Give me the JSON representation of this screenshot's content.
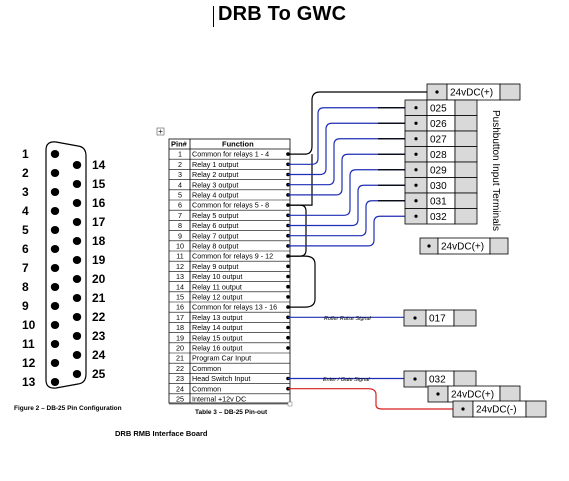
{
  "document": {
    "title": "DRB To GWC",
    "board_label": "DRB RMB Interface Board"
  },
  "connector": {
    "caption": "Figure 2 – DB-25 Pin Configuration",
    "left_pins": [
      "1",
      "2",
      "3",
      "4",
      "5",
      "6",
      "7",
      "8",
      "9",
      "10",
      "11",
      "12",
      "13"
    ],
    "right_pins": [
      "14",
      "15",
      "16",
      "17",
      "18",
      "19",
      "20",
      "21",
      "22",
      "23",
      "24",
      "25"
    ]
  },
  "pin_table": {
    "caption": "Table 3 – DB-25 Pin-out",
    "header": {
      "pin": "Pin#",
      "function": "Function"
    },
    "rows": [
      {
        "pin": "1",
        "function": "Common for relays 1 - 4"
      },
      {
        "pin": "2",
        "function": "Relay 1 output"
      },
      {
        "pin": "3",
        "function": "Relay 2 output"
      },
      {
        "pin": "4",
        "function": "Relay 3 output"
      },
      {
        "pin": "5",
        "function": "Relay 4 output"
      },
      {
        "pin": "6",
        "function": "Common for relays 5 - 8"
      },
      {
        "pin": "7",
        "function": "Relay 5 output"
      },
      {
        "pin": "8",
        "function": "Relay 6 output"
      },
      {
        "pin": "9",
        "function": "Relay 7 output"
      },
      {
        "pin": "10",
        "function": "Relay 8 output"
      },
      {
        "pin": "11",
        "function": "Common for relays 9 - 12"
      },
      {
        "pin": "12",
        "function": "Relay 9 output"
      },
      {
        "pin": "13",
        "function": "Relay 10 output"
      },
      {
        "pin": "14",
        "function": "Relay 11 output"
      },
      {
        "pin": "15",
        "function": "Relay 12 output"
      },
      {
        "pin": "16",
        "function": "Common for relays 13 - 16"
      },
      {
        "pin": "17",
        "function": "Relay 13 output"
      },
      {
        "pin": "18",
        "function": "Relay 14 output"
      },
      {
        "pin": "19",
        "function": "Relay 15 output"
      },
      {
        "pin": "20",
        "function": "Relay 16 output"
      },
      {
        "pin": "21",
        "function": "Program Car Input"
      },
      {
        "pin": "22",
        "function": "Common"
      },
      {
        "pin": "23",
        "function": "Head Switch Input"
      },
      {
        "pin": "24",
        "function": "Common"
      },
      {
        "pin": "25",
        "function": "Internal +12v DC"
      }
    ]
  },
  "terminals": {
    "group_label": "Pushbutton Input Terminals",
    "top_supply": "24vDC(+)",
    "inputs": [
      "025",
      "026",
      "027",
      "028",
      "029",
      "030",
      "031",
      "032"
    ],
    "mid_supply": "24vDC(+)",
    "roller_terminal": "017",
    "gate_terminal": "032",
    "bottom_supply_pos": "24vDC(+)",
    "bottom_supply_neg": "24vDC(-)"
  },
  "signals": {
    "roller": "Roller Raise Signal",
    "gate": "Enter / Gate Signal"
  },
  "colors": {
    "wire_blue": "#1f2fb5",
    "wire_red": "#d42020",
    "wire_black": "#000000",
    "terminal_fill": "#d9d9d9"
  }
}
